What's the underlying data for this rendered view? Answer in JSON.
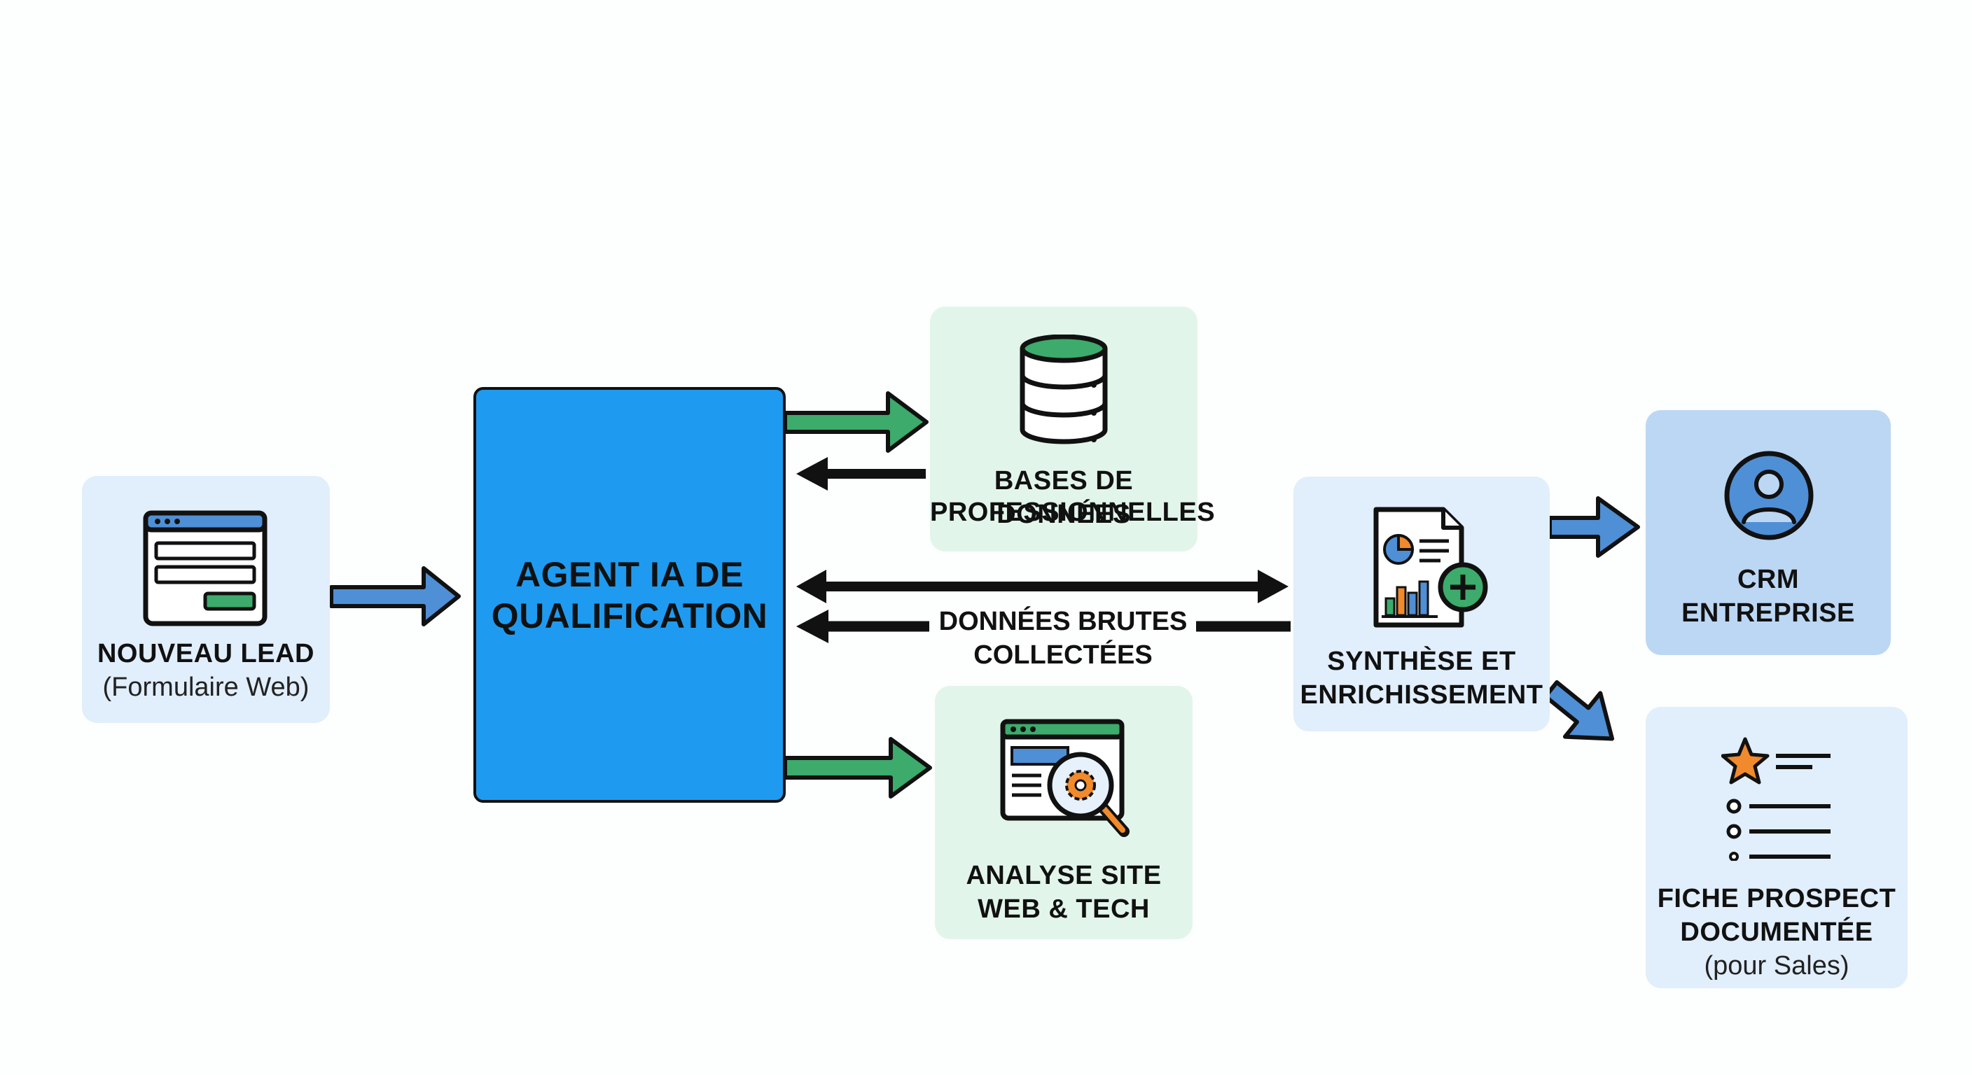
{
  "nodes": {
    "lead": {
      "title": "NOUVEAU LEAD",
      "subtitle": "(Formulaire Web)",
      "icon": "web-form-icon"
    },
    "agent": {
      "line1": "AGENT IA DE",
      "line2": "QUALIFICATION"
    },
    "databases": {
      "line1": "BASES DE DONNÉES",
      "line2": "PROFESSIONNELLES",
      "icon": "database-icon"
    },
    "web_analysis": {
      "line1": "ANALYSE SITE",
      "line2": "WEB & TECH",
      "icon": "web-search-gear-icon"
    },
    "synthesis": {
      "line1": "SYNTHÈSE ET",
      "line2": "ENRICHISSEMENT",
      "icon": "report-add-icon"
    },
    "crm": {
      "line1": "CRM",
      "line2": "ENTREPRISE",
      "icon": "user-profile-icon"
    },
    "prospect": {
      "line1": "FICHE PROSPECT",
      "line2": "DOCUMENTÉE",
      "subtitle": "(pour Sales)",
      "icon": "starred-list-icon"
    }
  },
  "edges": {
    "raw_data_label_line1": "DONNÉES BRUTES",
    "raw_data_label_line2": "COLLECTÉES"
  },
  "colors": {
    "light_blue_box": "#e1eefb",
    "agent_blue": "#1e9bf0",
    "green_box": "#e2f5ea",
    "crm_blue": "#bcd7f3",
    "green_arrow": "#3cab6c",
    "blue_arrow": "#4f8fd6",
    "black_arrow": "#111111"
  }
}
